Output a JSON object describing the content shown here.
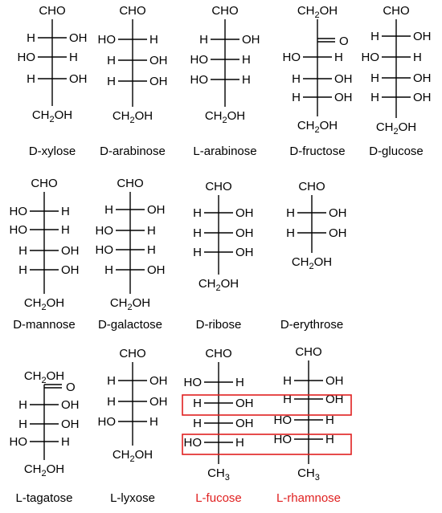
{
  "highlight_color": "#e02020",
  "sugars": [
    {
      "name": "D-xylose",
      "top": "CHO",
      "bottom": "CH2OH",
      "rows": [
        [
          "H",
          "OH"
        ],
        [
          "HO",
          "H"
        ],
        [
          "H",
          "OH"
        ]
      ],
      "carbonyl_row": null,
      "highlight": false
    },
    {
      "name": "D-arabinose",
      "top": "CHO",
      "bottom": "CH2OH",
      "rows": [
        [
          "HO",
          "H"
        ],
        [
          "H",
          "OH"
        ],
        [
          "H",
          "OH"
        ]
      ],
      "carbonyl_row": null,
      "highlight": false
    },
    {
      "name": "L-arabinose",
      "top": "CHO",
      "bottom": "CH2OH",
      "rows": [
        [
          "H",
          "OH"
        ],
        [
          "HO",
          "H"
        ],
        [
          "HO",
          "H"
        ]
      ],
      "carbonyl_row": null,
      "highlight": false
    },
    {
      "name": "D-fructose",
      "top": "CH2OH",
      "bottom": "CH2OH",
      "rows": [
        null,
        [
          "HO",
          "H"
        ],
        [
          "H",
          "OH"
        ],
        [
          "H",
          "OH"
        ]
      ],
      "carbonyl_row": "O",
      "highlight": false
    },
    {
      "name": "D-glucose",
      "top": "CHO",
      "bottom": "CH2OH",
      "rows": [
        [
          "H",
          "OH"
        ],
        [
          "HO",
          "H"
        ],
        [
          "H",
          "OH"
        ],
        [
          "H",
          "OH"
        ]
      ],
      "carbonyl_row": null,
      "highlight": false
    },
    {
      "name": "D-mannose",
      "top": "CHO",
      "bottom": "CH2OH",
      "rows": [
        [
          "HO",
          "H"
        ],
        [
          "HO",
          "H"
        ],
        [
          "H",
          "OH"
        ],
        [
          "H",
          "OH"
        ]
      ],
      "carbonyl_row": null,
      "highlight": false
    },
    {
      "name": "D-galactose",
      "top": "CHO",
      "bottom": "CH2OH",
      "rows": [
        [
          "H",
          "OH"
        ],
        [
          "HO",
          "H"
        ],
        [
          "HO",
          "H"
        ],
        [
          "H",
          "OH"
        ]
      ],
      "carbonyl_row": null,
      "highlight": false
    },
    {
      "name": "D-ribose",
      "top": "CHO",
      "bottom": "CH2OH",
      "rows": [
        [
          "H",
          "OH"
        ],
        [
          "H",
          "OH"
        ],
        [
          "H",
          "OH"
        ]
      ],
      "carbonyl_row": null,
      "highlight": false
    },
    {
      "name": "D-erythrose",
      "top": "CHO",
      "bottom": "CH2OH",
      "rows": [
        [
          "H",
          "OH"
        ],
        [
          "H",
          "OH"
        ]
      ],
      "carbonyl_row": null,
      "highlight": false
    },
    {
      "name": "L-tagatose",
      "top": "CH2OH",
      "bottom": "CH2OH",
      "rows": [
        null,
        [
          "H",
          "OH"
        ],
        [
          "H",
          "OH"
        ],
        [
          "HO",
          "H"
        ]
      ],
      "carbonyl_row": "O",
      "highlight": false
    },
    {
      "name": "L-lyxose",
      "top": "CHO",
      "bottom": "CH2OH",
      "rows": [
        [
          "H",
          "OH"
        ],
        [
          "H",
          "OH"
        ],
        [
          "HO",
          "H"
        ]
      ],
      "carbonyl_row": null,
      "highlight": false
    },
    {
      "name": "L-fucose",
      "top": "CHO",
      "bottom": "CH3",
      "rows": [
        [
          "HO",
          "H"
        ],
        [
          "H",
          "OH"
        ],
        [
          "H",
          "OH"
        ],
        [
          "HO",
          "H"
        ]
      ],
      "carbonyl_row": null,
      "highlight": true
    },
    {
      "name": "L-rhamnose",
      "top": "CHO",
      "bottom": "CH3",
      "rows": [
        [
          "H",
          "OH"
        ],
        [
          "H",
          "OH"
        ],
        [
          "HO",
          "H"
        ],
        [
          "HO",
          "H"
        ]
      ],
      "carbonyl_row": null,
      "highlight": true
    }
  ]
}
